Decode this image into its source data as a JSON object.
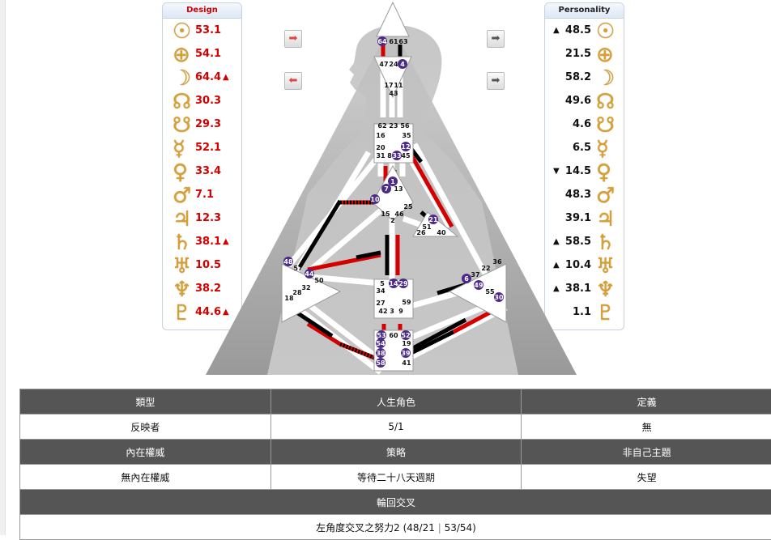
{
  "design_panel": {
    "title": "Design",
    "rows": [
      {
        "planet_icon": "sun-icon",
        "glyph": "☉",
        "value": "53.1",
        "mark": ""
      },
      {
        "planet_icon": "earth-icon",
        "glyph": "⊕",
        "value": "54.1",
        "mark": ""
      },
      {
        "planet_icon": "moon-icon",
        "glyph": "☽",
        "value": "64.4",
        "mark": "▲"
      },
      {
        "planet_icon": "north-node-icon",
        "glyph": "☊",
        "value": "30.3",
        "mark": ""
      },
      {
        "planet_icon": "south-node-icon",
        "glyph": "☋",
        "value": "29.3",
        "mark": ""
      },
      {
        "planet_icon": "mercury-icon",
        "glyph": "☿",
        "value": "52.1",
        "mark": ""
      },
      {
        "planet_icon": "venus-icon",
        "glyph": "♀",
        "value": "33.4",
        "mark": ""
      },
      {
        "planet_icon": "mars-icon",
        "glyph": "♂",
        "value": "7.1",
        "mark": ""
      },
      {
        "planet_icon": "jupiter-icon",
        "glyph": "♃",
        "value": "12.3",
        "mark": ""
      },
      {
        "planet_icon": "saturn-icon",
        "glyph": "♄",
        "value": "38.1",
        "mark": "▲"
      },
      {
        "planet_icon": "uranus-icon",
        "glyph": "♅",
        "value": "10.5",
        "mark": ""
      },
      {
        "planet_icon": "neptune-icon",
        "glyph": "♆",
        "value": "38.2",
        "mark": ""
      },
      {
        "planet_icon": "pluto-icon",
        "glyph": "♇",
        "value": "44.6",
        "mark": "▲"
      }
    ]
  },
  "personality_panel": {
    "title": "Personality",
    "rows": [
      {
        "planet_icon": "sun-icon",
        "glyph": "☉",
        "value": "48.5",
        "mark": "▲"
      },
      {
        "planet_icon": "earth-icon",
        "glyph": "⊕",
        "value": "21.5",
        "mark": ""
      },
      {
        "planet_icon": "moon-icon",
        "glyph": "☽",
        "value": "58.2",
        "mark": ""
      },
      {
        "planet_icon": "north-node-icon",
        "glyph": "☊",
        "value": "49.6",
        "mark": ""
      },
      {
        "planet_icon": "south-node-icon",
        "glyph": "☋",
        "value": "4.6",
        "mark": ""
      },
      {
        "planet_icon": "mercury-icon",
        "glyph": "☿",
        "value": "6.5",
        "mark": ""
      },
      {
        "planet_icon": "venus-icon",
        "glyph": "♀",
        "value": "14.5",
        "mark": "▼"
      },
      {
        "planet_icon": "mars-icon",
        "glyph": "♂",
        "value": "48.3",
        "mark": ""
      },
      {
        "planet_icon": "jupiter-icon",
        "glyph": "♃",
        "value": "39.1",
        "mark": ""
      },
      {
        "planet_icon": "saturn-icon",
        "glyph": "♄",
        "value": "58.5",
        "mark": "▲"
      },
      {
        "planet_icon": "uranus-icon",
        "glyph": "♅",
        "value": "10.4",
        "mark": "▲"
      },
      {
        "planet_icon": "neptune-icon",
        "glyph": "♆",
        "value": "38.1",
        "mark": "▲"
      },
      {
        "planet_icon": "pluto-icon",
        "glyph": "♇",
        "value": "1.1",
        "mark": ""
      }
    ]
  },
  "nav_buttons": {
    "left_top": {
      "icon": "red-right-arrow-icon",
      "glyph": "➡",
      "color": "#e0463f"
    },
    "left_bottom": {
      "icon": "red-left-arrow-icon",
      "glyph": "⬅",
      "color": "#e0463f"
    },
    "right_top": {
      "icon": "gray-right-arrow-icon",
      "glyph": "➡",
      "color": "#555555"
    },
    "right_bottom": {
      "icon": "gray-right-arrow-icon",
      "glyph": "➡",
      "color": "#555555"
    }
  },
  "bodygraph": {
    "gates": [
      "64",
      "61",
      "63",
      "47",
      "24",
      "4",
      "17",
      "11",
      "43",
      "62",
      "23",
      "56",
      "16",
      "35",
      "20",
      "31",
      "8",
      "33",
      "45",
      "12",
      "1",
      "7",
      "13",
      "10",
      "15",
      "46",
      "2",
      "25",
      "51",
      "21",
      "26",
      "40",
      "48",
      "57",
      "44",
      "50",
      "32",
      "28",
      "18",
      "5",
      "14",
      "29",
      "34",
      "27",
      "42",
      "3",
      "9",
      "59",
      "6",
      "37",
      "22",
      "36",
      "49",
      "55",
      "30",
      "53",
      "60",
      "52",
      "54",
      "19",
      "38",
      "39",
      "58",
      "41"
    ],
    "colors": {
      "design": "#d40000",
      "personality": "#000000",
      "circle": "#4b2a8a",
      "head_shape": "#bdbdbd",
      "triangle": "#9f9f9f"
    }
  },
  "info_table": {
    "row1_headers": [
      "類型",
      "人生角色",
      "定義"
    ],
    "row1_values": [
      "反映者",
      "5/1",
      "無"
    ],
    "row2_headers": [
      "內在權威",
      "策略",
      "非自己主題"
    ],
    "row2_values": [
      "無內在權威",
      "等待二十八天週期",
      "失望"
    ],
    "row3_header": "輪回交叉",
    "cross_name": "左角度交叉之努力2 (48/21",
    "cross_sep": "|",
    "cross_end": "53/54)"
  }
}
